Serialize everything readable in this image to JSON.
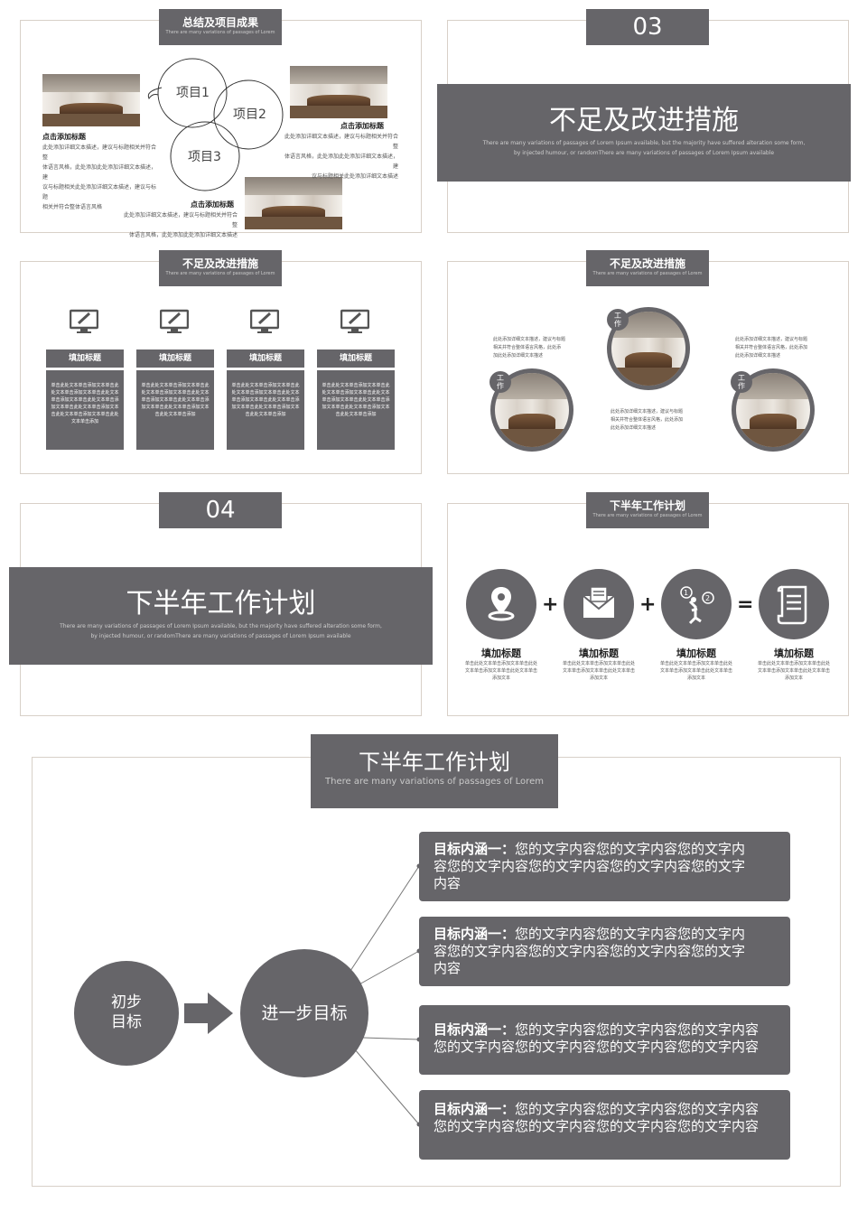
{
  "slide1": {
    "tab_title": "总结及项目成果",
    "tab_sub": "There are many variations of passages of Lorem",
    "bubbles": [
      "项目1",
      "项目2",
      "项目3"
    ],
    "block_left": {
      "title": "点击添加标题",
      "lines": [
        "此处添加详细文本描述，建议与标题相关并符合整",
        "体语言风格，此处添加此处添加详细文本描述，建",
        "议与标题相关此处添加详细文本描述，建议与标题",
        "相关并符合整体语言风格"
      ]
    },
    "block_right": {
      "title": "点击添加标题",
      "lines": [
        "此处添加详细文本描述，建议与标题相关并符合整",
        "体语言风格，此处添加此处添加详细文本描述，建",
        "议与标题相关此处添加详细文本描述"
      ]
    },
    "block_bottom": {
      "title": "点击添加标题",
      "lines": [
        "此处添加详细文本描述，建议与标题相关并符合整",
        "体语言风格，此处添加此处添加详细文本描述"
      ]
    }
  },
  "slide2": {
    "number": "03",
    "title": "不足及改进措施",
    "sub1": "There are many variations of passages of Lorem Ipsum available, but the  majority have suffered alteration some form,",
    "sub2": "by injected humour, or randomThere are many variations of passages of Lorem Ipsum available"
  },
  "slide3": {
    "tab_title": "不足及改进措施",
    "tab_sub": "There are many variations of passages of Lorem",
    "cards": [
      {
        "title": "填加标题",
        "lines": [
          "单击此处文本单击添加文本单击此",
          "处文本单击添加文本单击此处文本",
          "单击添加文本单击此处文本单击添",
          "加文本单击此处文本单击添加文本",
          "击此处文本单击添加文本单击此处",
          "文本单击添加"
        ]
      },
      {
        "title": "填加标题",
        "lines": [
          "单击此处文本单击添加文本单击此",
          "处文本单击添加文本单击此处文本",
          "单击添加文本单击此处文本单击添",
          "加文本单击此处文本单击添加文本",
          "击此处文本单击添加"
        ]
      },
      {
        "title": "填加标题",
        "lines": [
          "单击此处文本单击添加文本单击此",
          "处文本单击添加文本单击此处文本",
          "单击添加文本单击此处文本单击添",
          "加文本单击此处文本单击添加文本",
          "击此处文本单击添加"
        ]
      },
      {
        "title": "填加标题",
        "lines": [
          "单击此处文本单击添加文本单击此",
          "处文本单击添加文本单击此处文本",
          "单击添加文本单击此处文本单击添",
          "加文本单击此处文本单击添加文本",
          "击此处文本单击添加"
        ]
      }
    ]
  },
  "slide4": {
    "tab_title": "不足及改进措施",
    "tab_sub": "There are many variations of passages of Lorem",
    "badge": [
      "工",
      "作"
    ],
    "text_left": [
      "此处添加详细文本描述，建议与标题",
      "相关并符合整体语言风格，此处添",
      "加此处添加详细文本描述"
    ],
    "text_mid": [
      "此处添加详细文本描述，建议与标题",
      "相关并符合整体语言风格，此处添加",
      "此处添加详细文本描述"
    ],
    "text_right": [
      "此处添加详细文本描述，建议与标题",
      "相关并符合整体语言风格，此处添加",
      "此处添加详细文本描述"
    ]
  },
  "slide5": {
    "number": "04",
    "title": "下半年工作计划",
    "sub1": "There are many variations of passages of Lorem Ipsum available, but the  majority have suffered alteration some form,",
    "sub2": "by injected humour, or randomThere are many variations of passages of Lorem Ipsum available"
  },
  "slide6": {
    "tab_title": "下半年工作计划",
    "tab_sub": "There are many variations of passages of Lorem",
    "ops": [
      "+",
      "+",
      "="
    ],
    "items": [
      {
        "title": "填加标题",
        "lines": [
          "单击此处文本单击添加文本单击此处",
          "文本单击添加文本单击此处文本单击",
          "添加文本"
        ]
      },
      {
        "title": "填加标题",
        "lines": [
          "单击此处文本单击添加文本单击此处",
          "文本单击添加文本单击此处文本单击",
          "添加文本"
        ]
      },
      {
        "title": "填加标题",
        "lines": [
          "单击此处文本单击添加文本单击此处",
          "文本单击添加文本单击此处文本单击",
          "添加文本"
        ]
      },
      {
        "title": "填加标题",
        "lines": [
          "单击此处文本单击添加文本单击此处",
          "文本单击添加文本单击此处文本单击",
          "添加文本"
        ]
      }
    ]
  },
  "slide7": {
    "tab_title": "下半年工作计划",
    "tab_sub": "There are many variations of passages of Lorem",
    "circle_left": [
      "初步",
      "目标"
    ],
    "circle_right": "进一步目标",
    "goals": [
      {
        "label": "目标内涵一：",
        "lines": [
          "您的文字内容您的文字内容您的文字内",
          "容您的文字内容您的文字内容您的文字内容您的文字",
          "内容"
        ]
      },
      {
        "label": "目标内涵一：",
        "lines": [
          "您的文字内容您的文字内容您的文字内",
          "容您的文字内容您的文字内容您的文字内容您的文字",
          "内容"
        ]
      },
      {
        "label": "目标内涵一：",
        "lines": [
          "您的文字内容您的文字内容您的文字内容",
          "您的文字内容您的文字内容您的文字内容您的文字内容"
        ]
      },
      {
        "label": "目标内涵一：",
        "lines": [
          "您的文字内容您的文字内容您的文字内容",
          "您的文字内容您的文字内容您的文字内容您的文字内容"
        ]
      }
    ]
  }
}
